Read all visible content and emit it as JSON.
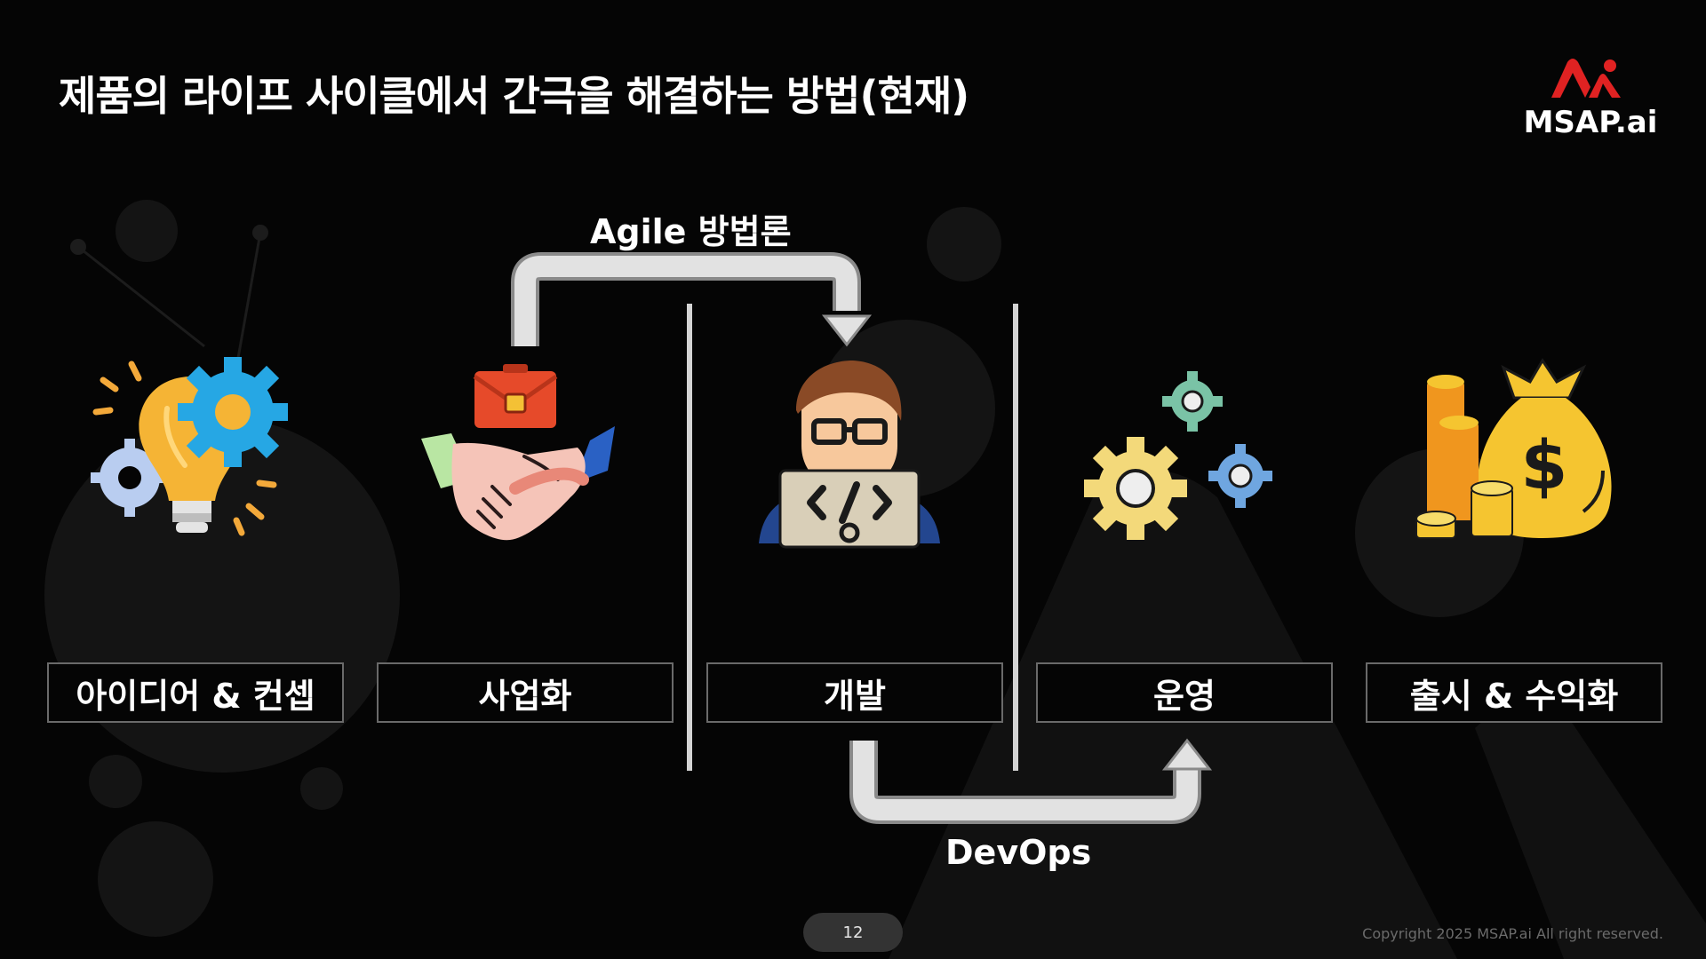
{
  "title": "제품의 라이프 사이클에서 간극을 해결하는 방법(현재)",
  "logo": {
    "text": "MSAP.ai",
    "accent": "#e02222"
  },
  "flows": {
    "top": "Agile 방법론",
    "bottom": "DevOps"
  },
  "stages": [
    {
      "label": "아이디어 & 컨셉",
      "icon": "lightbulb-gears-icon"
    },
    {
      "label": "사업화",
      "icon": "handshake-briefcase-icon"
    },
    {
      "label": "개발",
      "icon": "developer-laptop-icon"
    },
    {
      "label": "운영",
      "icon": "gears-icon"
    },
    {
      "label": "출시 & 수익화",
      "icon": "money-bag-coins-icon"
    }
  ],
  "footer": {
    "page_number": "12",
    "copyright": "Copyright 2025 MSAP.ai All right reserved."
  }
}
